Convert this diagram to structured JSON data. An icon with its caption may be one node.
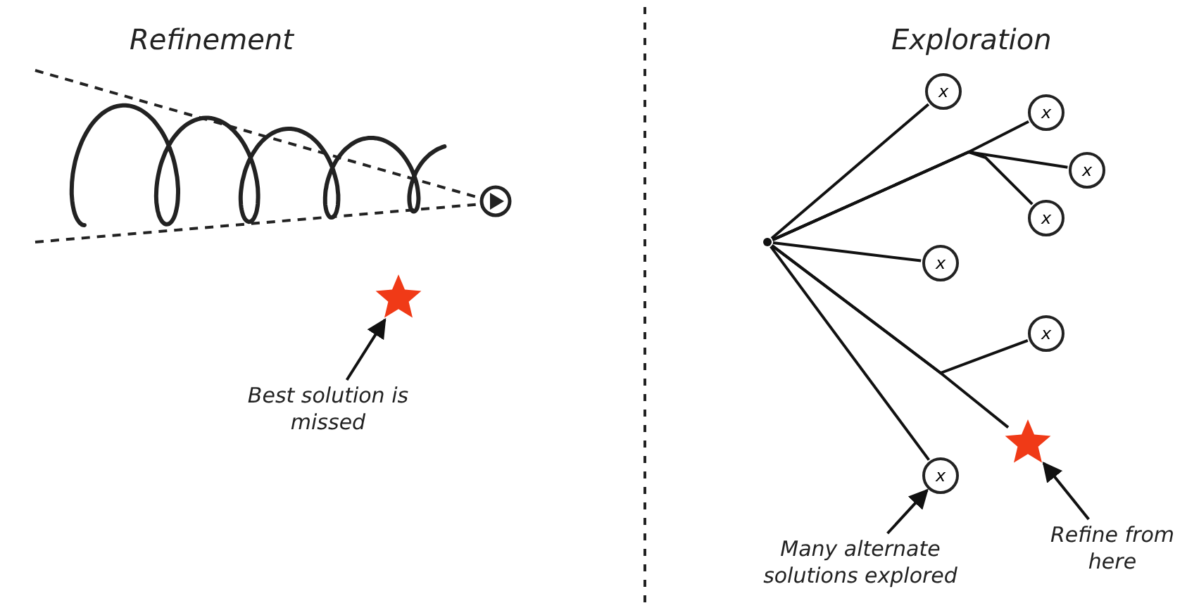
{
  "diagram": {
    "nodes": [
      {
        "text": [
          "Best solution is missed"
        ]
      },
      {
        "text": [],
        "shape": "star"
      },
      {
        "text": [],
        "shape": "point"
      },
      {
        "text": [
          "x"
        ]
      },
      {
        "text": [
          "x"
        ]
      },
      {
        "text": [
          "x"
        ]
      },
      {
        "text": [
          "x"
        ]
      },
      {
        "text": [
          "x"
        ]
      },
      {
        "text": [
          "x"
        ]
      },
      {
        "text": [],
        "shape": "star"
      },
      {
        "text": [
          "x"
        ]
      },
      {
        "text": [
          "Many alternate solutions explored"
        ]
      },
      {
        "text": [
          "Refine from here"
        ]
      }
    ],
    "edges": [
      {
        "from": 0,
        "to": 1,
        "arrow": "to"
      },
      {
        "from": 2,
        "to": 3,
        "arrow": "none"
      },
      {
        "from": 2,
        "to": 4,
        "arrow": "none"
      },
      {
        "from": 2,
        "to": 5,
        "arrow": "none"
      },
      {
        "from": 2,
        "to": 6,
        "arrow": "none"
      },
      {
        "from": 2,
        "to": 7,
        "arrow": "none"
      },
      {
        "from": 2,
        "to": 8,
        "arrow": "none"
      },
      {
        "from": 2,
        "to": 9,
        "arrow": "none"
      },
      {
        "from": 2,
        "to": 10,
        "arrow": "none"
      },
      {
        "from": 11,
        "to": 10,
        "arrow": "to"
      },
      {
        "from": 12,
        "to": 9,
        "arrow": "to"
      }
    ],
    "labels": [
      "Refinement",
      "Exploration"
    ]
  }
}
